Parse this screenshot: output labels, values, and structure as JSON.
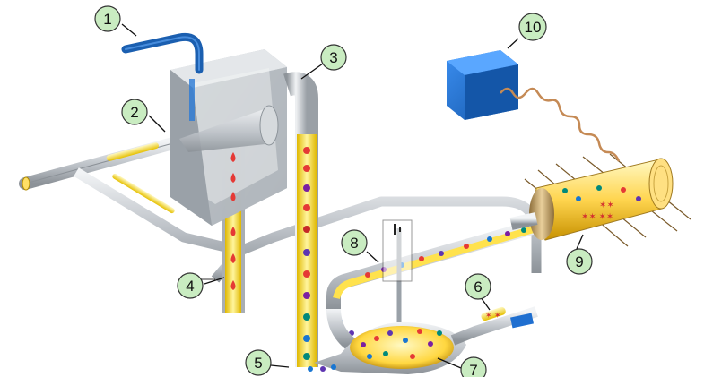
{
  "callouts": [
    {
      "id": "1",
      "label": "1"
    },
    {
      "id": "2",
      "label": "2"
    },
    {
      "id": "3",
      "label": "3"
    },
    {
      "id": "4",
      "label": "4"
    },
    {
      "id": "5",
      "label": "5"
    },
    {
      "id": "6",
      "label": "6"
    },
    {
      "id": "7",
      "label": "7"
    },
    {
      "id": "8",
      "label": "8"
    },
    {
      "id": "9",
      "label": "9"
    },
    {
      "id": "10",
      "label": "10"
    }
  ],
  "colors": {
    "callout_fill": "#c9ecc1",
    "callout_stroke": "#333333",
    "pipe_metal": "#c8ccd0",
    "pipe_glow": "#fff176",
    "droplet": "#e53935",
    "blue_block": "#1f6fd0",
    "inlet_pipe": "#1b5fb0"
  }
}
